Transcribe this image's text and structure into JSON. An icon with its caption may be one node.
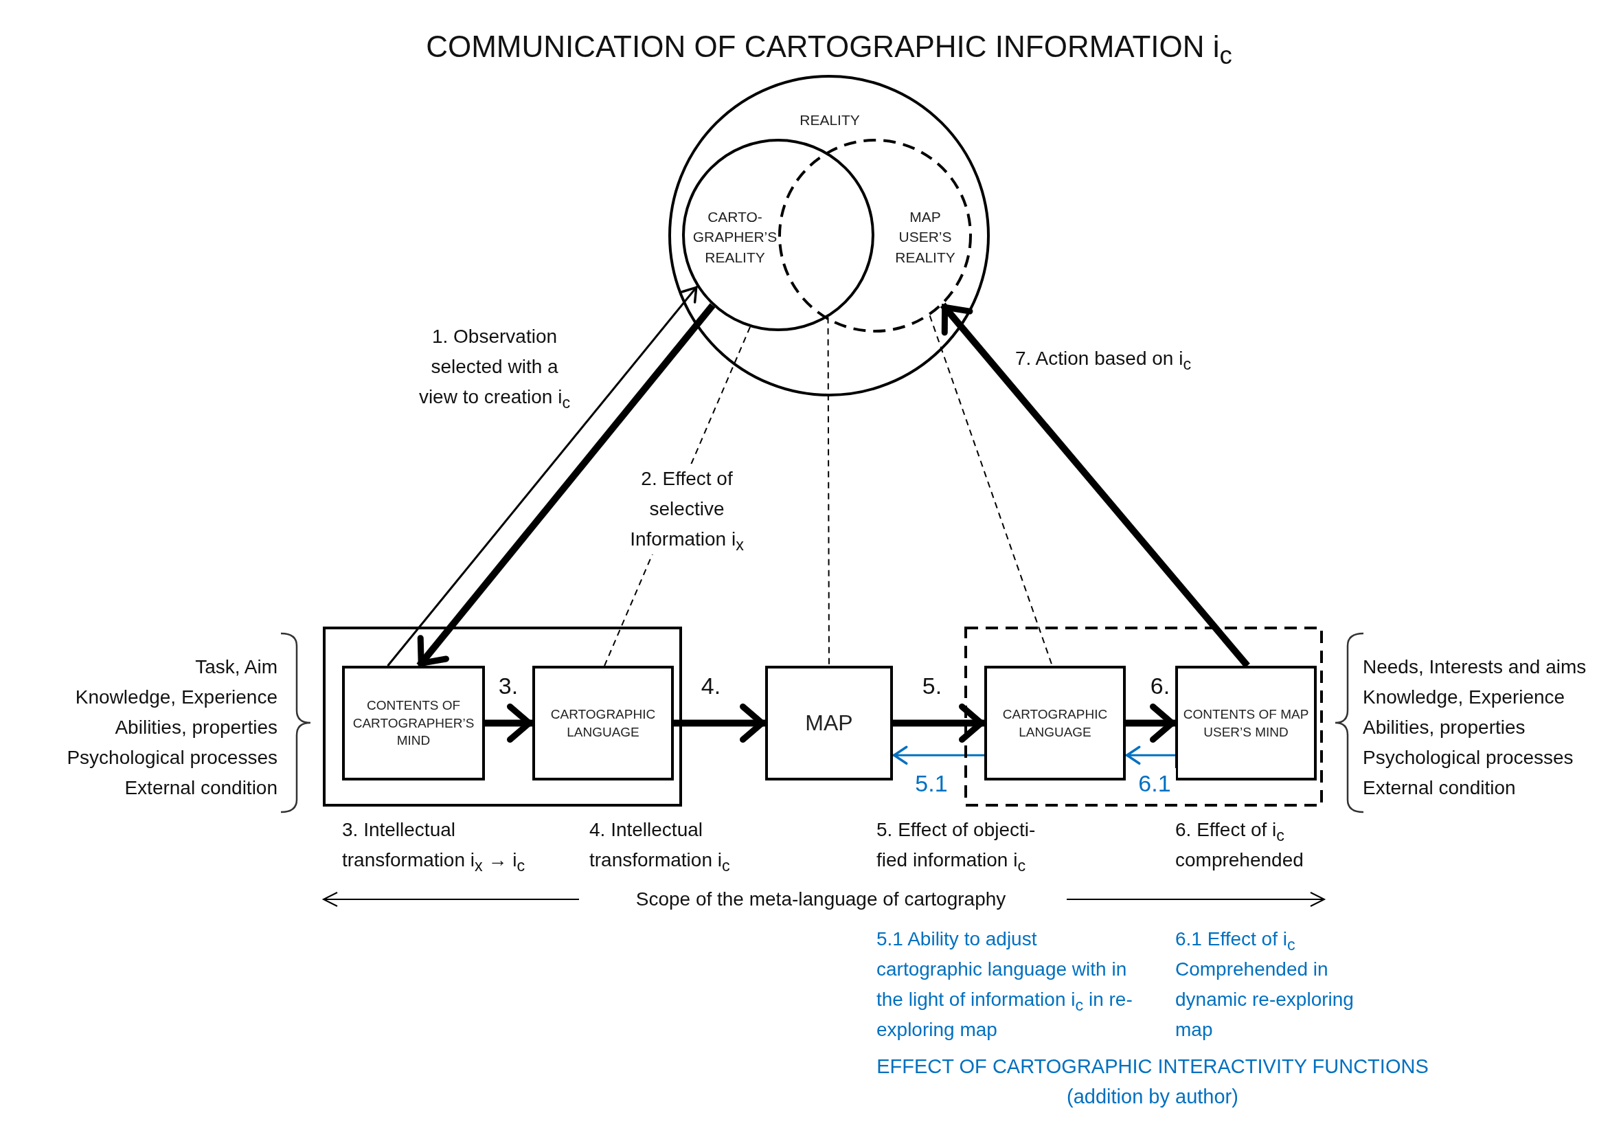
{
  "diagram": {
    "title": "COMMUNICATION OF CARTOGRAPHIC INFORMATION i$_{c}$",
    "nodes": [
      {
        "text": [
          "REALITY"
        ]
      },
      {
        "text": [
          "CARTO- GRAPHER’S REALITY"
        ],
        "in": 0
      },
      {
        "text": [
          "MAP USER’S REALITY"
        ],
        "in": 0
      },
      {
        "text": [],
        "shape": "box"
      },
      {
        "text": [
          "CONTENTS OF CARTOGRAPHER’S MIND"
        ],
        "in": 3
      },
      {
        "text": [
          "CARTOGRAPHIC LANGUAGE"
        ],
        "in": 3
      },
      {
        "text": [
          "MAP"
        ]
      },
      {
        "text": [],
        "shape": "box"
      },
      {
        "text": [
          "CARTOGRAPHIC LANGUAGE"
        ],
        "in": 7
      },
      {
        "text": [
          "CONTENTS OF MAP USER’S MIND"
        ],
        "in": 7
      }
    ],
    "edges": [
      {
        "from": 4,
        "to": 1,
        "arrow": "to",
        "label": "1. Observation selected with a view to creation i$_{c}$"
      },
      {
        "from": 1,
        "to": 4,
        "arrow": "to",
        "style": "thick"
      },
      {
        "from": 1,
        "to": 5,
        "arrow": "none",
        "style": "dashed",
        "label": "2. Effect of selective Information i$_{x}$"
      },
      {
        "from": 1,
        "to": 6,
        "arrow": "none",
        "style": "dashed"
      },
      {
        "from": 2,
        "to": 8,
        "arrow": "none",
        "style": "dashed"
      },
      {
        "from": 9,
        "to": 2,
        "arrow": "to",
        "style": "thick",
        "label": "7. Action based on i$_{c}$"
      },
      {
        "from": 4,
        "to": 5,
        "arrow": "to",
        "style": "thick",
        "label": "3."
      },
      {
        "from": 5,
        "to": 6,
        "arrow": "to",
        "style": "thick",
        "label": "4."
      },
      {
        "from": 6,
        "to": 8,
        "arrow": "to",
        "style": "thick",
        "label": "5."
      },
      {
        "from": 8,
        "to": 9,
        "arrow": "to",
        "style": "thick",
        "label": "6."
      },
      {
        "from": 8,
        "to": 6,
        "arrow": "to",
        "color": "#0070c0",
        "label": "5.1"
      },
      {
        "from": 9,
        "to": 8,
        "arrow": "to",
        "color": "#0070c0",
        "label": "6.1"
      }
    ],
    "labels": [
      "Task, Aim",
      "Knowledge, Experience",
      "Abilities, properties",
      "Psychological processes",
      "External condition",
      "Needs, Interests and aims",
      "Knowledge, Experience",
      "Abilities, properties",
      "Psychological processes",
      "External condition",
      "3. Intellectual transformation i$_{x}$ → i$_{c}$",
      "4. Intellectual transformation i$_{c}$",
      "5. Effect of objecti- fied information i$_{c}$",
      "6. Effect of i$_{c}$ comprehended",
      "Scope of the meta-language of cartography",
      "5.1 Ability to adjust cartographic language with in the light of information i$_{c}$ in re-exploring map",
      "6.1 Effect of i$_{c}$ Comprehended in dynamic re-exploring map",
      "EFFECT OF CARTOGRAPHIC INTERACTIVITY FUNCTIONS (addition by author)"
    ]
  }
}
